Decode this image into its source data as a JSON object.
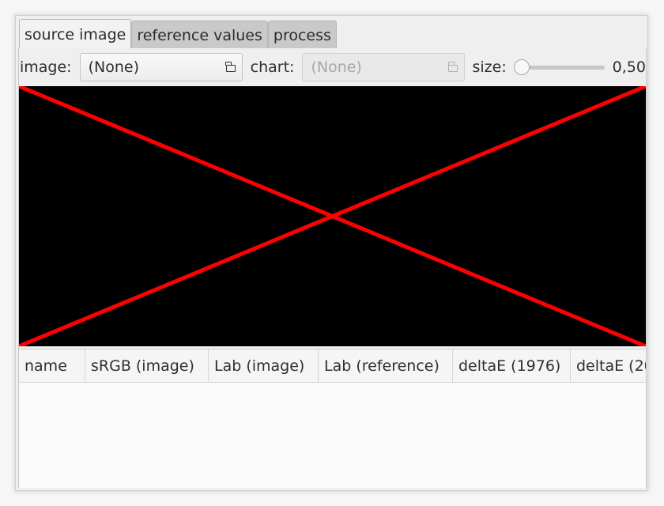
{
  "tabs": [
    {
      "label": "source image"
    },
    {
      "label": "reference values"
    },
    {
      "label": "process"
    }
  ],
  "toolbar": {
    "image_label": "image:",
    "image_value": "(None)",
    "chart_label": "chart:",
    "chart_value": "(None)",
    "size_label": "size:",
    "size_value": "0,50"
  },
  "table": {
    "columns": [
      "name",
      "sRGB (image)",
      "Lab (image)",
      "Lab (reference)",
      "deltaE (1976)",
      "deltaE (20"
    ]
  },
  "colors": {
    "placeholder_background": "#000000",
    "placeholder_cross": "#ff0000"
  },
  "icons": {
    "image_browse": "folder-icon",
    "chart_browse": "folder-icon"
  }
}
